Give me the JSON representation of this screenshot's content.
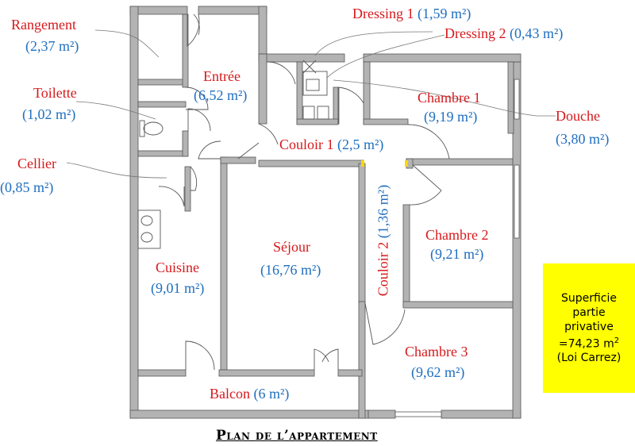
{
  "title": "Plan de l’appartement",
  "rooms": {
    "rangement": {
      "name": "Rangement",
      "area": "(2,37 m²)"
    },
    "toilette": {
      "name": "Toilette",
      "area": "(1,02 m²)"
    },
    "cellier": {
      "name": "Cellier",
      "area": "(0,85 m²)"
    },
    "entree": {
      "name": "Entrée",
      "area": "(6,52 m²)"
    },
    "dressing1": {
      "name": "Dressing 1",
      "area": "(1,59 m²)"
    },
    "dressing2": {
      "name": "Dressing 2",
      "area": "(0,43 m²)"
    },
    "chambre1": {
      "name": "Chambre 1",
      "area": "(9,19 m²)"
    },
    "douche": {
      "name": "Douche",
      "area": "(3,80 m²)"
    },
    "couloir1": {
      "name": "Couloir 1",
      "area": "(2,5 m²)"
    },
    "couloir2": {
      "name": "Couloir 2",
      "area": "(1,36 m²)"
    },
    "chambre2": {
      "name": "Chambre 2",
      "area": "(9,21 m²)"
    },
    "sejour": {
      "name": "Séjour",
      "area": "(16,76 m²)"
    },
    "cuisine": {
      "name": "Cuisine",
      "area": "(9,01 m²)"
    },
    "chambre3": {
      "name": "Chambre 3",
      "area": "(9,62 m²)"
    },
    "balcon": {
      "name": "Balcon",
      "area": "(6 m²)"
    }
  },
  "summary": {
    "line1": "Superficie",
    "line2": "partie",
    "line3": "privative",
    "line4": "=74,23 m",
    "line4_sup": "2",
    "line5": "(Loi Carrez)"
  },
  "colors": {
    "name": "#d7191c",
    "area": "#1f6fbf",
    "wall": "#b3b3b3",
    "summary_bg": "#ffff00"
  }
}
